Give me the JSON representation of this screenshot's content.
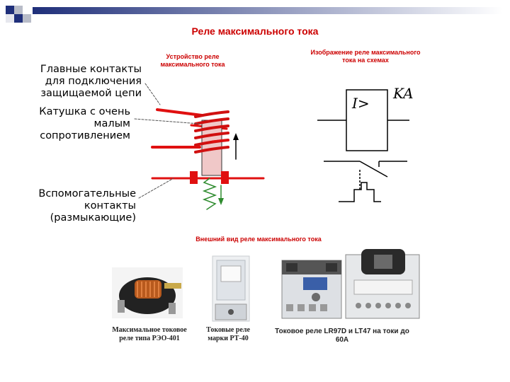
{
  "slide": {
    "title": "Реле максимального тока"
  },
  "device": {
    "caption": "Устройство реле максимального тока",
    "callouts": {
      "main_contacts": "Главные контакты для подключения защищаемой цепи",
      "coil": "Катушка с очень малым сопротивлением",
      "aux_contacts": "Вспомогательные контакты (размыкающие)"
    }
  },
  "schematic": {
    "caption": "Изображение реле максимального тока на схемах",
    "symbol_text": "I>",
    "designation": "KA"
  },
  "exterior": {
    "caption": "Внешний вид реле максимального тока",
    "photos": [
      {
        "caption": "Максимальное токовое реле типа РЭО-401"
      },
      {
        "caption": "Токовые реле марки РТ-40"
      },
      {
        "caption": "Токовое реле LR97D и LT47 на токи до 60A"
      }
    ]
  },
  "colors": {
    "accent": "#cc0000",
    "corner_blue": "#1f2f7a",
    "diagram_red": "#e01010",
    "spring_green": "#2e8b2e"
  }
}
